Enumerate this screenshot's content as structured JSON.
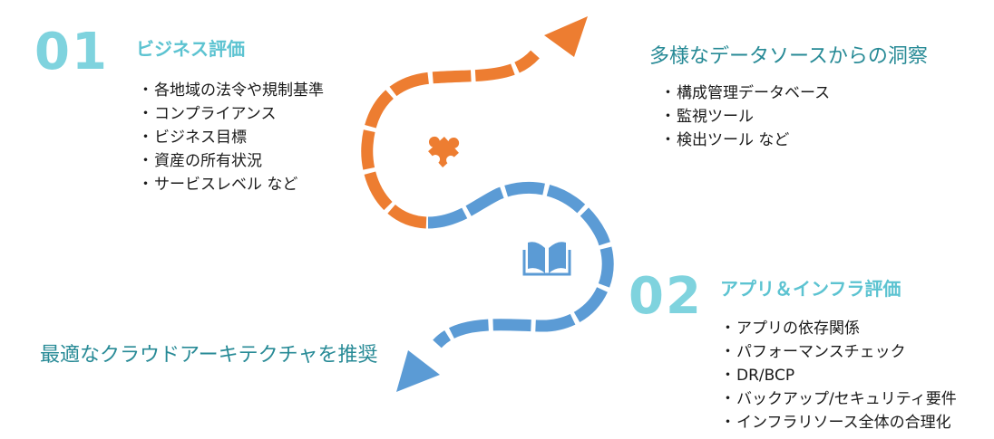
{
  "colors": {
    "accent_teal_number": "#7fd3de",
    "accent_teal_title": "#5cc3d1",
    "callout_teal": "#278a96",
    "path_orange": "#ed7d31",
    "path_blue": "#5b9bd5"
  },
  "icons": {
    "top_loop": "puzzle-piece-icon",
    "bottom_loop": "open-book-icon"
  },
  "step1": {
    "number": "01",
    "title": "ビジネス評価",
    "bullets": [
      "各地域の法令や規制基準",
      "コンプライアンス",
      "ビジネス目標",
      "資産の所有状況",
      "サービスレベル など"
    ]
  },
  "insights": {
    "title": "多様なデータソースからの洞察",
    "bullets": [
      "構成管理データベース",
      "監視ツール",
      "検出ツール など"
    ]
  },
  "step2": {
    "number": "02",
    "title": "アプリ＆インフラ評価",
    "bullets": [
      "アプリの依存関係",
      "パフォーマンスチェック",
      "DR/BCP",
      "バックアップ/セキュリティ要件",
      "インフラリソース全体の合理化"
    ]
  },
  "recommendation": {
    "title": "最適なクラウドアーキテクチャを推奨"
  }
}
